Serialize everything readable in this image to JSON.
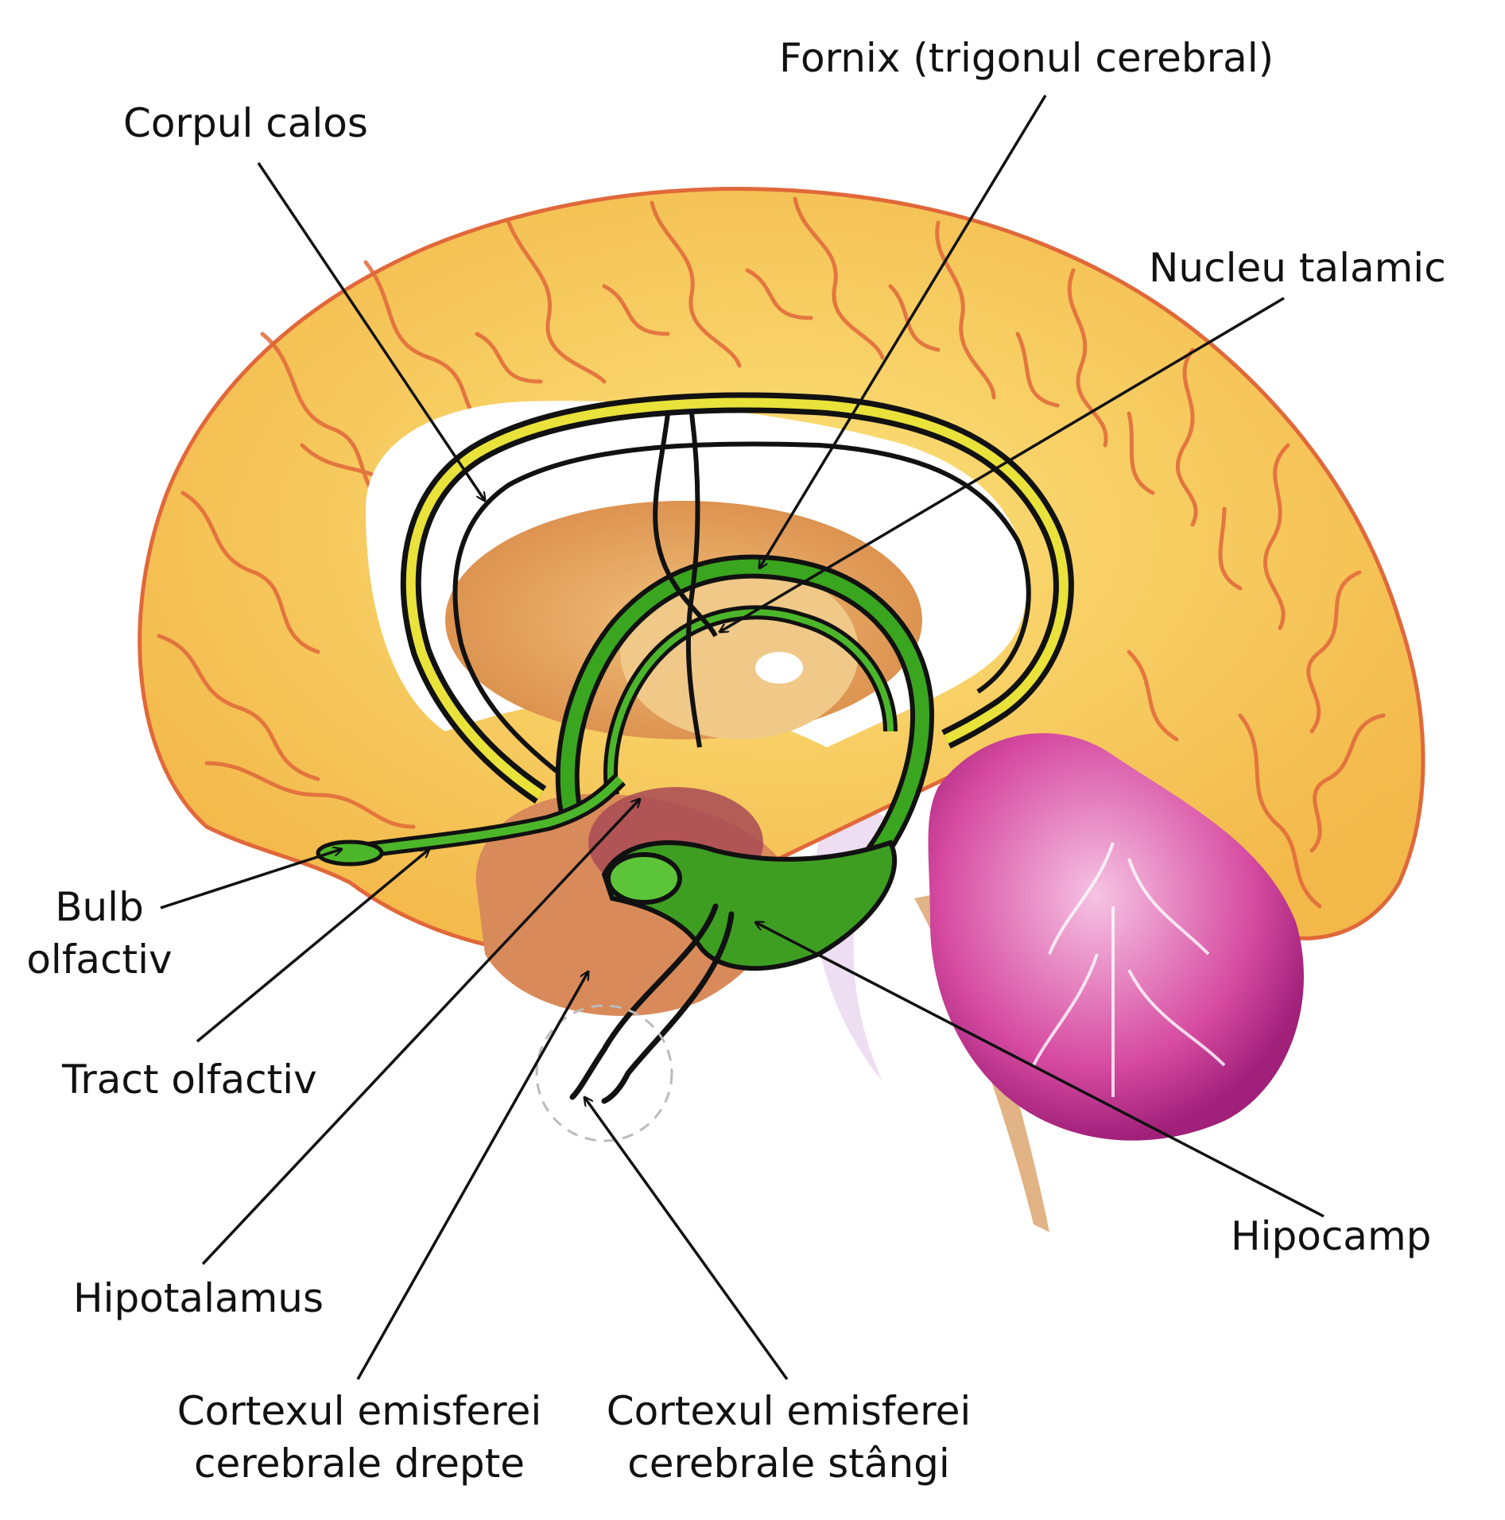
{
  "diagram": {
    "labels": {
      "fornix": "Fornix (trigonul cerebral)",
      "corpus_callosum": "Corpul calos",
      "thalamic_nucleus": "Nucleu talamic",
      "olfactory_bulb_1": "Bulb",
      "olfactory_bulb_2": "olfactiv",
      "olfactory_tract": "Tract olfactiv",
      "hypothalamus": "Hipotalamus",
      "hippocampus": "Hipocamp",
      "right_cortex_1": "Cortexul emisferei",
      "right_cortex_2": "cerebrale drepte",
      "left_cortex_1": "Cortexul emisferei",
      "left_cortex_2": "cerebrale stângi"
    },
    "colors": {
      "cortex": "#f7cf5c",
      "gyri_outline": "#e0683a",
      "limbic_green": "#2f9a1a",
      "thalamus": "#e3a55e",
      "cerebellum": "#c52b8a",
      "leader_line": "#111111"
    }
  }
}
